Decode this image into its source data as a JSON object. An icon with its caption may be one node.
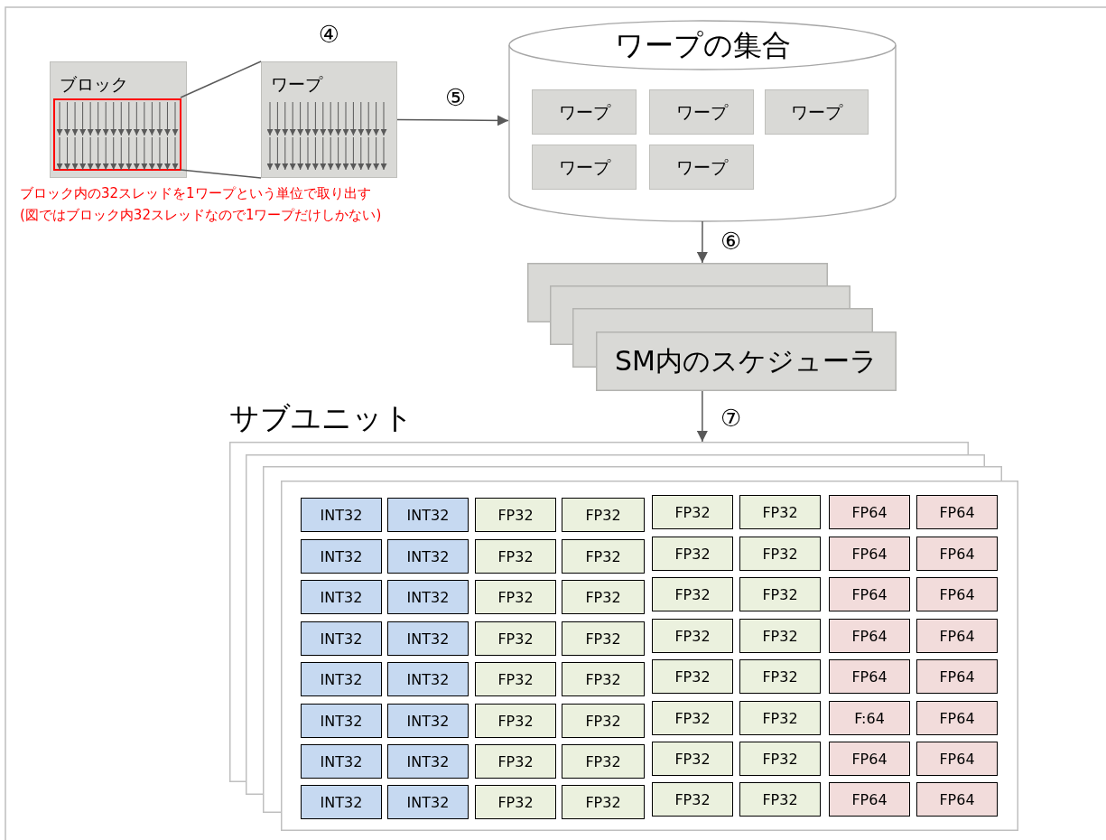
{
  "diagram": {
    "nodes": [
      {
        "text": [
          "ブロック"
        ]
      },
      {
        "text": [],
        "shape": "box",
        "in": 0
      },
      {
        "text": [
          "ワープ"
        ],
        "beside": [
          "④"
        ]
      },
      {
        "text": [
          "ワープの集合"
        ]
      },
      {
        "text": [
          "ワープ"
        ],
        "in": 3
      },
      {
        "text": [
          "ワープ"
        ],
        "in": 3
      },
      {
        "text": [
          "ワープ"
        ],
        "in": 3
      },
      {
        "text": [
          "ワープ"
        ],
        "in": 3
      },
      {
        "text": [
          "ワープ"
        ],
        "in": 3
      },
      {
        "text": [
          "SM内のスケジューラ"
        ]
      },
      {
        "text": [
          "サブユニット"
        ]
      },
      {
        "text": [
          "INT32"
        ],
        "in": 10
      },
      {
        "text": [
          "INT32"
        ],
        "in": 10
      },
      {
        "text": [
          "FP32"
        ],
        "in": 10
      },
      {
        "text": [
          "FP32"
        ],
        "in": 10
      },
      {
        "text": [
          "FP32"
        ],
        "in": 10
      },
      {
        "text": [
          "FP32"
        ],
        "in": 10
      },
      {
        "text": [
          "FP64"
        ],
        "in": 10
      },
      {
        "text": [
          "FP64"
        ],
        "in": 10
      },
      {
        "text": [
          "INT32"
        ],
        "in": 10
      },
      {
        "text": [
          "INT32"
        ],
        "in": 10
      },
      {
        "text": [
          "FP32"
        ],
        "in": 10
      },
      {
        "text": [
          "FP32"
        ],
        "in": 10
      },
      {
        "text": [
          "FP32"
        ],
        "in": 10
      },
      {
        "text": [
          "FP32"
        ],
        "in": 10
      },
      {
        "text": [
          "FP64"
        ],
        "in": 10
      },
      {
        "text": [
          "FP64"
        ],
        "in": 10
      },
      {
        "text": [
          "INT32"
        ],
        "in": 10
      },
      {
        "text": [
          "INT32"
        ],
        "in": 10
      },
      {
        "text": [
          "FP32"
        ],
        "in": 10
      },
      {
        "text": [
          "FP32"
        ],
        "in": 10
      },
      {
        "text": [
          "FP32"
        ],
        "in": 10
      },
      {
        "text": [
          "FP32"
        ],
        "in": 10
      },
      {
        "text": [
          "FP64"
        ],
        "in": 10
      },
      {
        "text": [
          "FP64"
        ],
        "in": 10
      },
      {
        "text": [
          "INT32"
        ],
        "in": 10
      },
      {
        "text": [
          "INT32"
        ],
        "in": 10
      },
      {
        "text": [
          "FP32"
        ],
        "in": 10
      },
      {
        "text": [
          "FP32"
        ],
        "in": 10
      },
      {
        "text": [
          "FP32"
        ],
        "in": 10
      },
      {
        "text": [
          "FP32"
        ],
        "in": 10
      },
      {
        "text": [
          "FP64"
        ],
        "in": 10
      },
      {
        "text": [
          "FP64"
        ],
        "in": 10
      },
      {
        "text": [
          "INT32"
        ],
        "in": 10
      },
      {
        "text": [
          "INT32"
        ],
        "in": 10
      },
      {
        "text": [
          "FP32"
        ],
        "in": 10
      },
      {
        "text": [
          "FP32"
        ],
        "in": 10
      },
      {
        "text": [
          "FP32"
        ],
        "in": 10
      },
      {
        "text": [
          "FP32"
        ],
        "in": 10
      },
      {
        "text": [
          "FP64"
        ],
        "in": 10
      },
      {
        "text": [
          "FP64"
        ],
        "in": 10
      },
      {
        "text": [
          "INT32"
        ],
        "in": 10
      },
      {
        "text": [
          "INT32"
        ],
        "in": 10
      },
      {
        "text": [
          "FP32"
        ],
        "in": 10
      },
      {
        "text": [
          "FP32"
        ],
        "in": 10
      },
      {
        "text": [
          "FP32"
        ],
        "in": 10
      },
      {
        "text": [
          "FP32"
        ],
        "in": 10
      },
      {
        "text": [
          "F:64"
        ],
        "in": 10
      },
      {
        "text": [
          "FP64"
        ],
        "in": 10
      },
      {
        "text": [
          "INT32"
        ],
        "in": 10
      },
      {
        "text": [
          "INT32"
        ],
        "in": 10
      },
      {
        "text": [
          "FP32"
        ],
        "in": 10
      },
      {
        "text": [
          "FP32"
        ],
        "in": 10
      },
      {
        "text": [
          "FP32"
        ],
        "in": 10
      },
      {
        "text": [
          "FP32"
        ],
        "in": 10
      },
      {
        "text": [
          "FP64"
        ],
        "in": 10
      },
      {
        "text": [
          "FP64"
        ],
        "in": 10
      },
      {
        "text": [
          "INT32"
        ],
        "in": 10
      },
      {
        "text": [
          "INT32"
        ],
        "in": 10
      },
      {
        "text": [
          "FP32"
        ],
        "in": 10
      },
      {
        "text": [
          "FP32"
        ],
        "in": 10
      },
      {
        "text": [
          "FP32"
        ],
        "in": 10
      },
      {
        "text": [
          "FP32"
        ],
        "in": 10
      },
      {
        "text": [
          "FP64"
        ],
        "in": 10
      },
      {
        "text": [
          "FP64"
        ],
        "in": 10
      }
    ],
    "edges": [
      {
        "from": 1,
        "to": 2,
        "arrow": "none"
      },
      {
        "from": 1,
        "to": 2,
        "arrow": "none"
      },
      {
        "from": 2,
        "to": 3,
        "arrow": "to",
        "label": "⑤"
      },
      {
        "from": 3,
        "to": 9,
        "arrow": "to",
        "label": "⑥"
      },
      {
        "from": 9,
        "to": 10,
        "arrow": "to",
        "label": "⑦"
      }
    ],
    "labels": [
      "ブロック内の32スレッドを1ワープという単位で取り出す",
      "(図ではブロック内32スレッドなので1ワープだけしかない)"
    ]
  }
}
